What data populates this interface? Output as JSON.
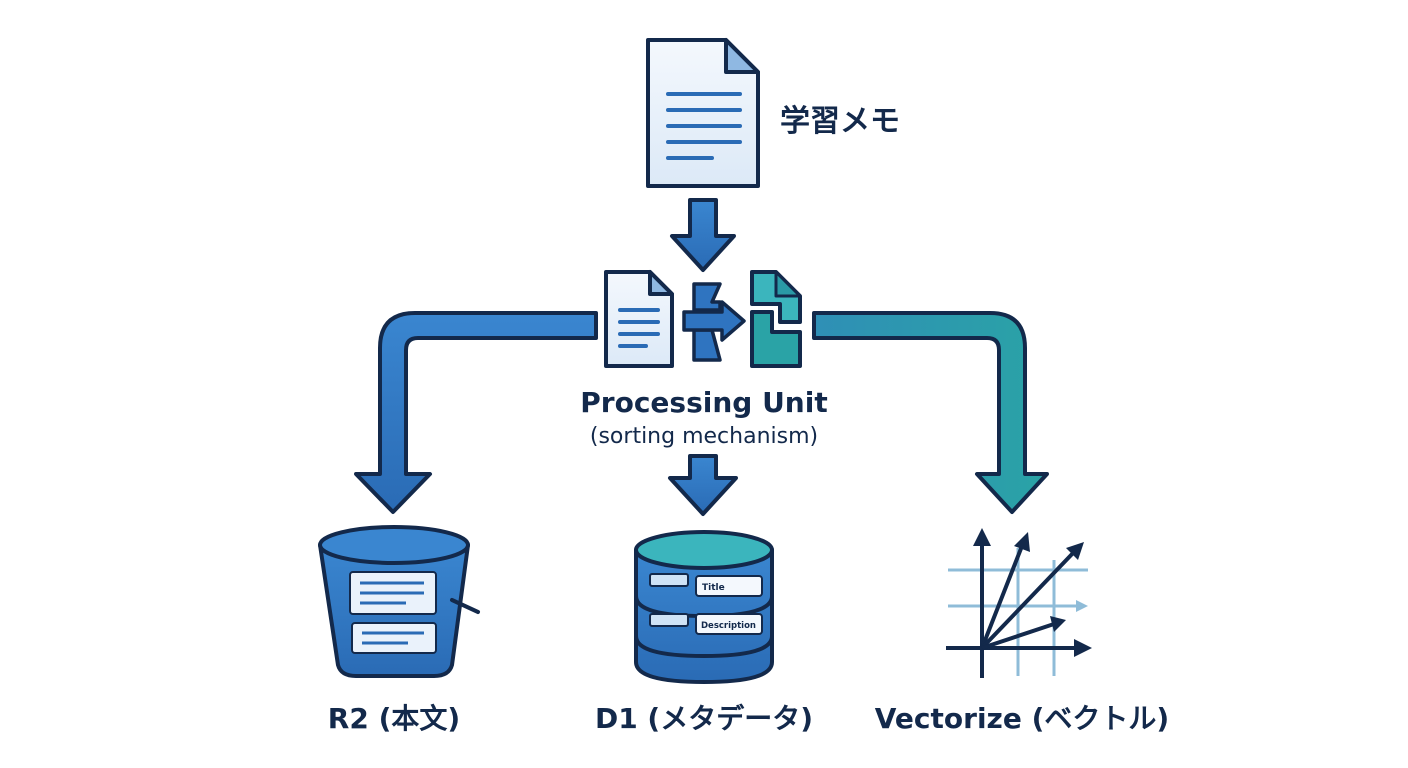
{
  "source": {
    "label": "学習メモ",
    "icon": "document-icon"
  },
  "processor": {
    "title": "Processing Unit",
    "subtitle": "(sorting mechanism)",
    "icon": "sorting-mechanism-icon"
  },
  "outputs": [
    {
      "id": "r2",
      "label": "R2 (本文)",
      "icon": "bucket-storage-icon"
    },
    {
      "id": "d1",
      "label": "D1 (メタデータ)",
      "icon": "database-icon",
      "fields": [
        "Title",
        "Description"
      ]
    },
    {
      "id": "vectorize",
      "label": "Vectorize (ベクトル)",
      "icon": "vector-axes-icon"
    }
  ],
  "colors": {
    "outline": "#13294b",
    "blue": "#2f74c0",
    "blue_light": "#3a86d0",
    "teal": "#2a9aa6",
    "teal_light": "#3bb5bd",
    "paper": "#eaf2fb",
    "text": "#13294b"
  }
}
